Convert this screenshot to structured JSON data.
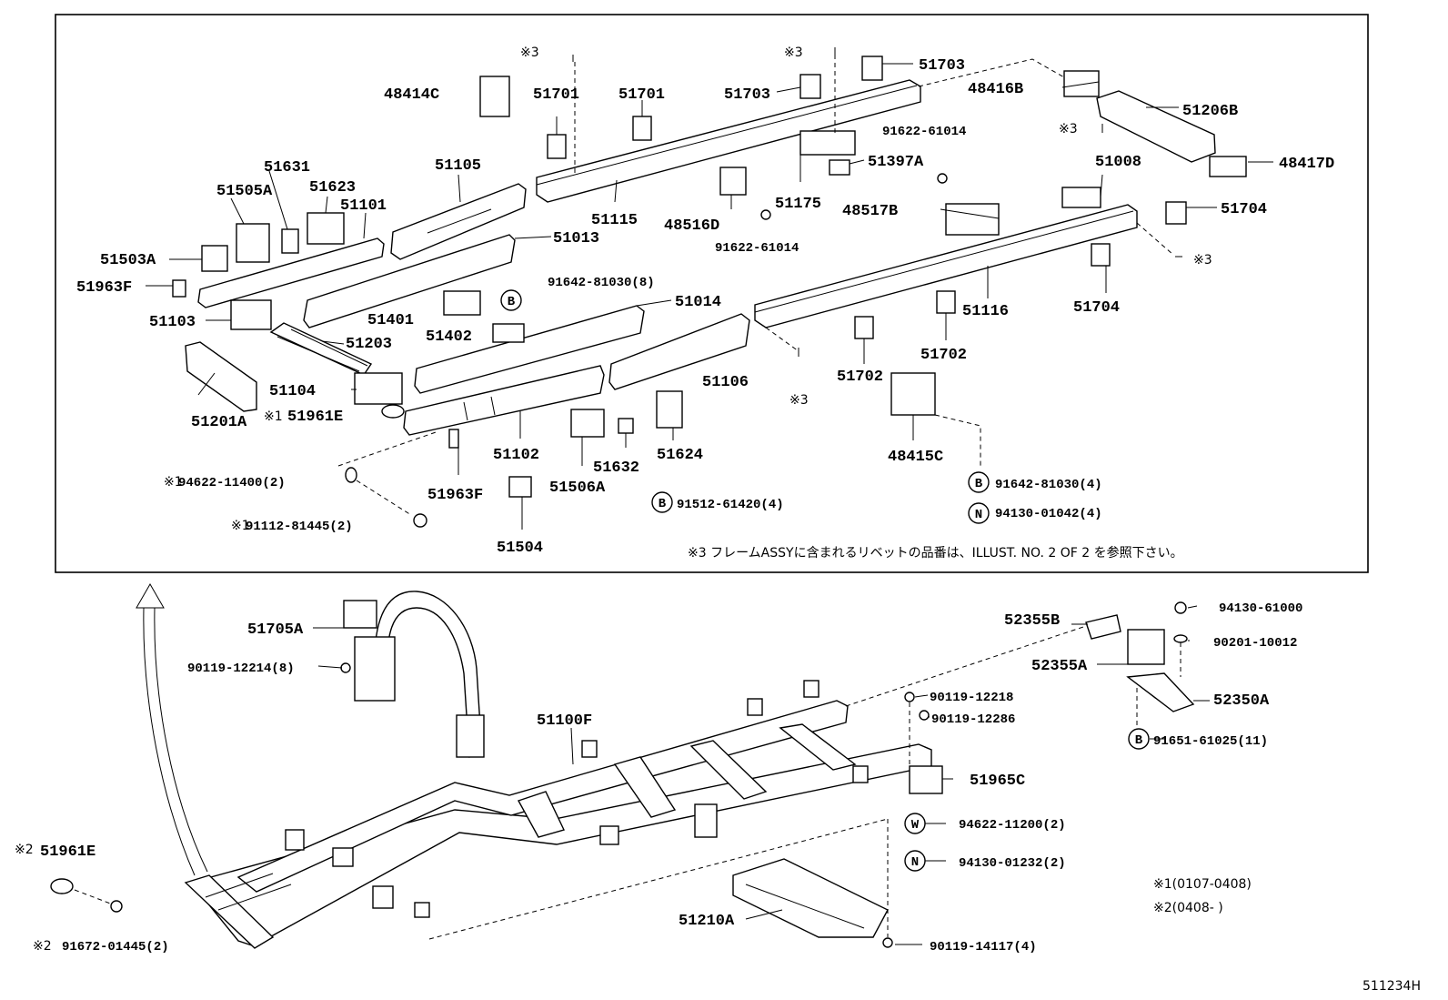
{
  "diagram": {
    "labels": {
      "p51703a": "51703",
      "p51703b": "51703",
      "p48416B": "48416B",
      "p48414C": "48414C",
      "p51701a": "51701",
      "p51701b": "51701",
      "p51206B": "51206B",
      "p91622a": "91622-61014",
      "p51397A": "51397A",
      "p48417D": "48417D",
      "p51631": "51631",
      "p51105": "51105",
      "p51008": "51008",
      "p51505A": "51505A",
      "p51623": "51623",
      "p51101": "51101",
      "p51115": "51115",
      "p51175": "51175",
      "p48516D": "48516D",
      "p48517B": "48517B",
      "p51704a": "51704",
      "p51013": "51013",
      "p91622b": "91622-61014",
      "p51503A": "51503A",
      "p51963Fa": "51963F",
      "p91642a": "91642-81030(8)",
      "p51116": "51116",
      "p51704b": "51704",
      "p51103": "51103",
      "p51401": "51401",
      "p51014": "51014",
      "p51203": "51203",
      "p51402": "51402",
      "p51702a": "51702",
      "p51106": "51106",
      "p51702b": "51702",
      "p51104": "51104",
      "p51961Ea": "51961E",
      "p51201A": "51201A",
      "p51102": "51102",
      "p48415C": "48415C",
      "p51632": "51632",
      "p51624": "51624",
      "p94622a": "94622-11400(2)",
      "p91642b": "91642-81030(4)",
      "p51963Fb": "51963F",
      "p51506A": "51506A",
      "p91512": "91512-61420(4)",
      "p94130a": "94130-01042(4)",
      "p91112": "91112-81445(2)",
      "p51504": "51504",
      "p52355B": "52355B",
      "p94130b": "94130-61000",
      "p51705A": "51705A",
      "p90201": "90201-10012",
      "p52355A": "52355A",
      "p90119a": "90119-12214(8)",
      "p51100F": "51100F",
      "p90119b": "90119-12218",
      "p52350A": "52350A",
      "p90119c": "90119-12286",
      "p91651": "91651-61025(11)",
      "p51965C": "51965C",
      "p94622b": "94622-11200(2)",
      "p51961Eb": "51961E",
      "p94130c": "94130-01232(2)",
      "p51210A": "51210A",
      "p91672": "91672-01445(2)",
      "p90119d": "90119-14117(4)"
    },
    "marks": {
      "m3a": "※3",
      "m3b": "※3",
      "m3c": "※3",
      "m3d": "※3",
      "m3e": "※3",
      "m1a": "※1",
      "m1b": "※1",
      "m1c": "※1",
      "m2a": "※2",
      "m2b": "※2"
    },
    "circled": {
      "b1": "B",
      "b2": "B",
      "b3": "B",
      "b4": "B",
      "n1": "N",
      "n2": "N",
      "w1": "W"
    },
    "notes": {
      "note3": "※3 フレームASSYに含まれるリベットの品番は、ILLUST. NO. 2 OF 2 を参照下さい。",
      "legend1": "※1(0107-0408)",
      "legend2": "※2(0408-    )",
      "illust_no": "511234H"
    }
  }
}
